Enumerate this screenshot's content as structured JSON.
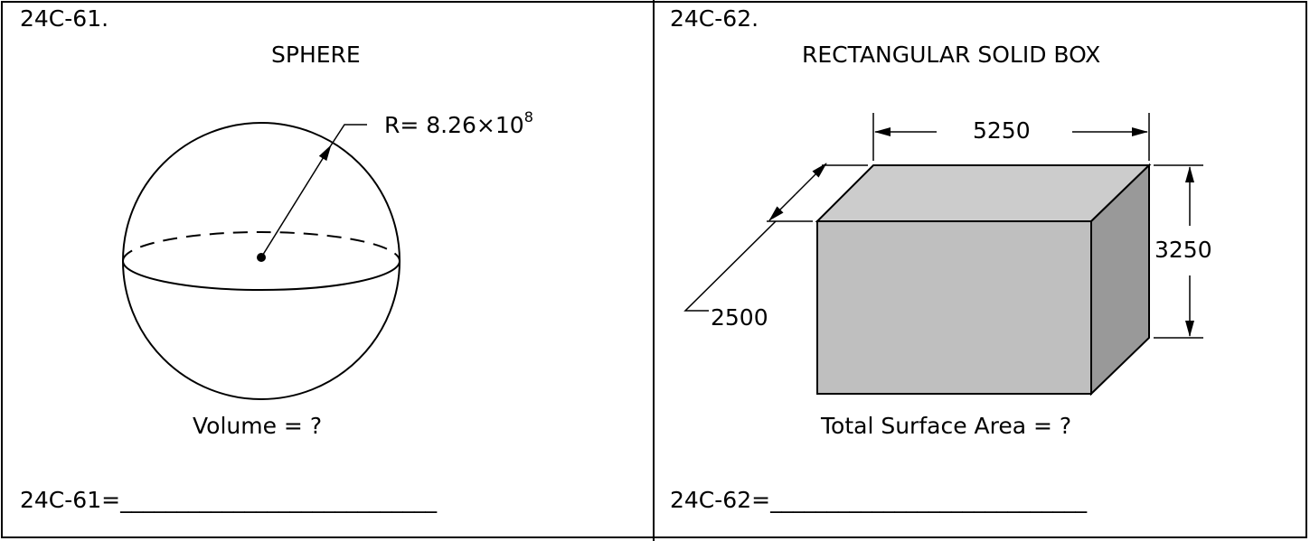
{
  "problems": [
    {
      "number": "24C-61.",
      "shape_title": "SPHERE",
      "radius_prefix": "R= 8.26×10",
      "radius_exponent": "8",
      "question": "Volume = ?",
      "answer_label": "24C-61=",
      "answer_blank": "____________________________"
    },
    {
      "number": "24C-62.",
      "shape_title": "RECTANGULAR SOLID BOX",
      "dim_width": "5250",
      "dim_height": "3250",
      "dim_depth": "2500",
      "question": "Total Surface Area = ?",
      "answer_label": "24C-62=",
      "answer_blank": "____________________________"
    }
  ],
  "colors": {
    "box_top": "#cccccc",
    "box_front": "#bfbfbf",
    "box_side": "#999999"
  }
}
